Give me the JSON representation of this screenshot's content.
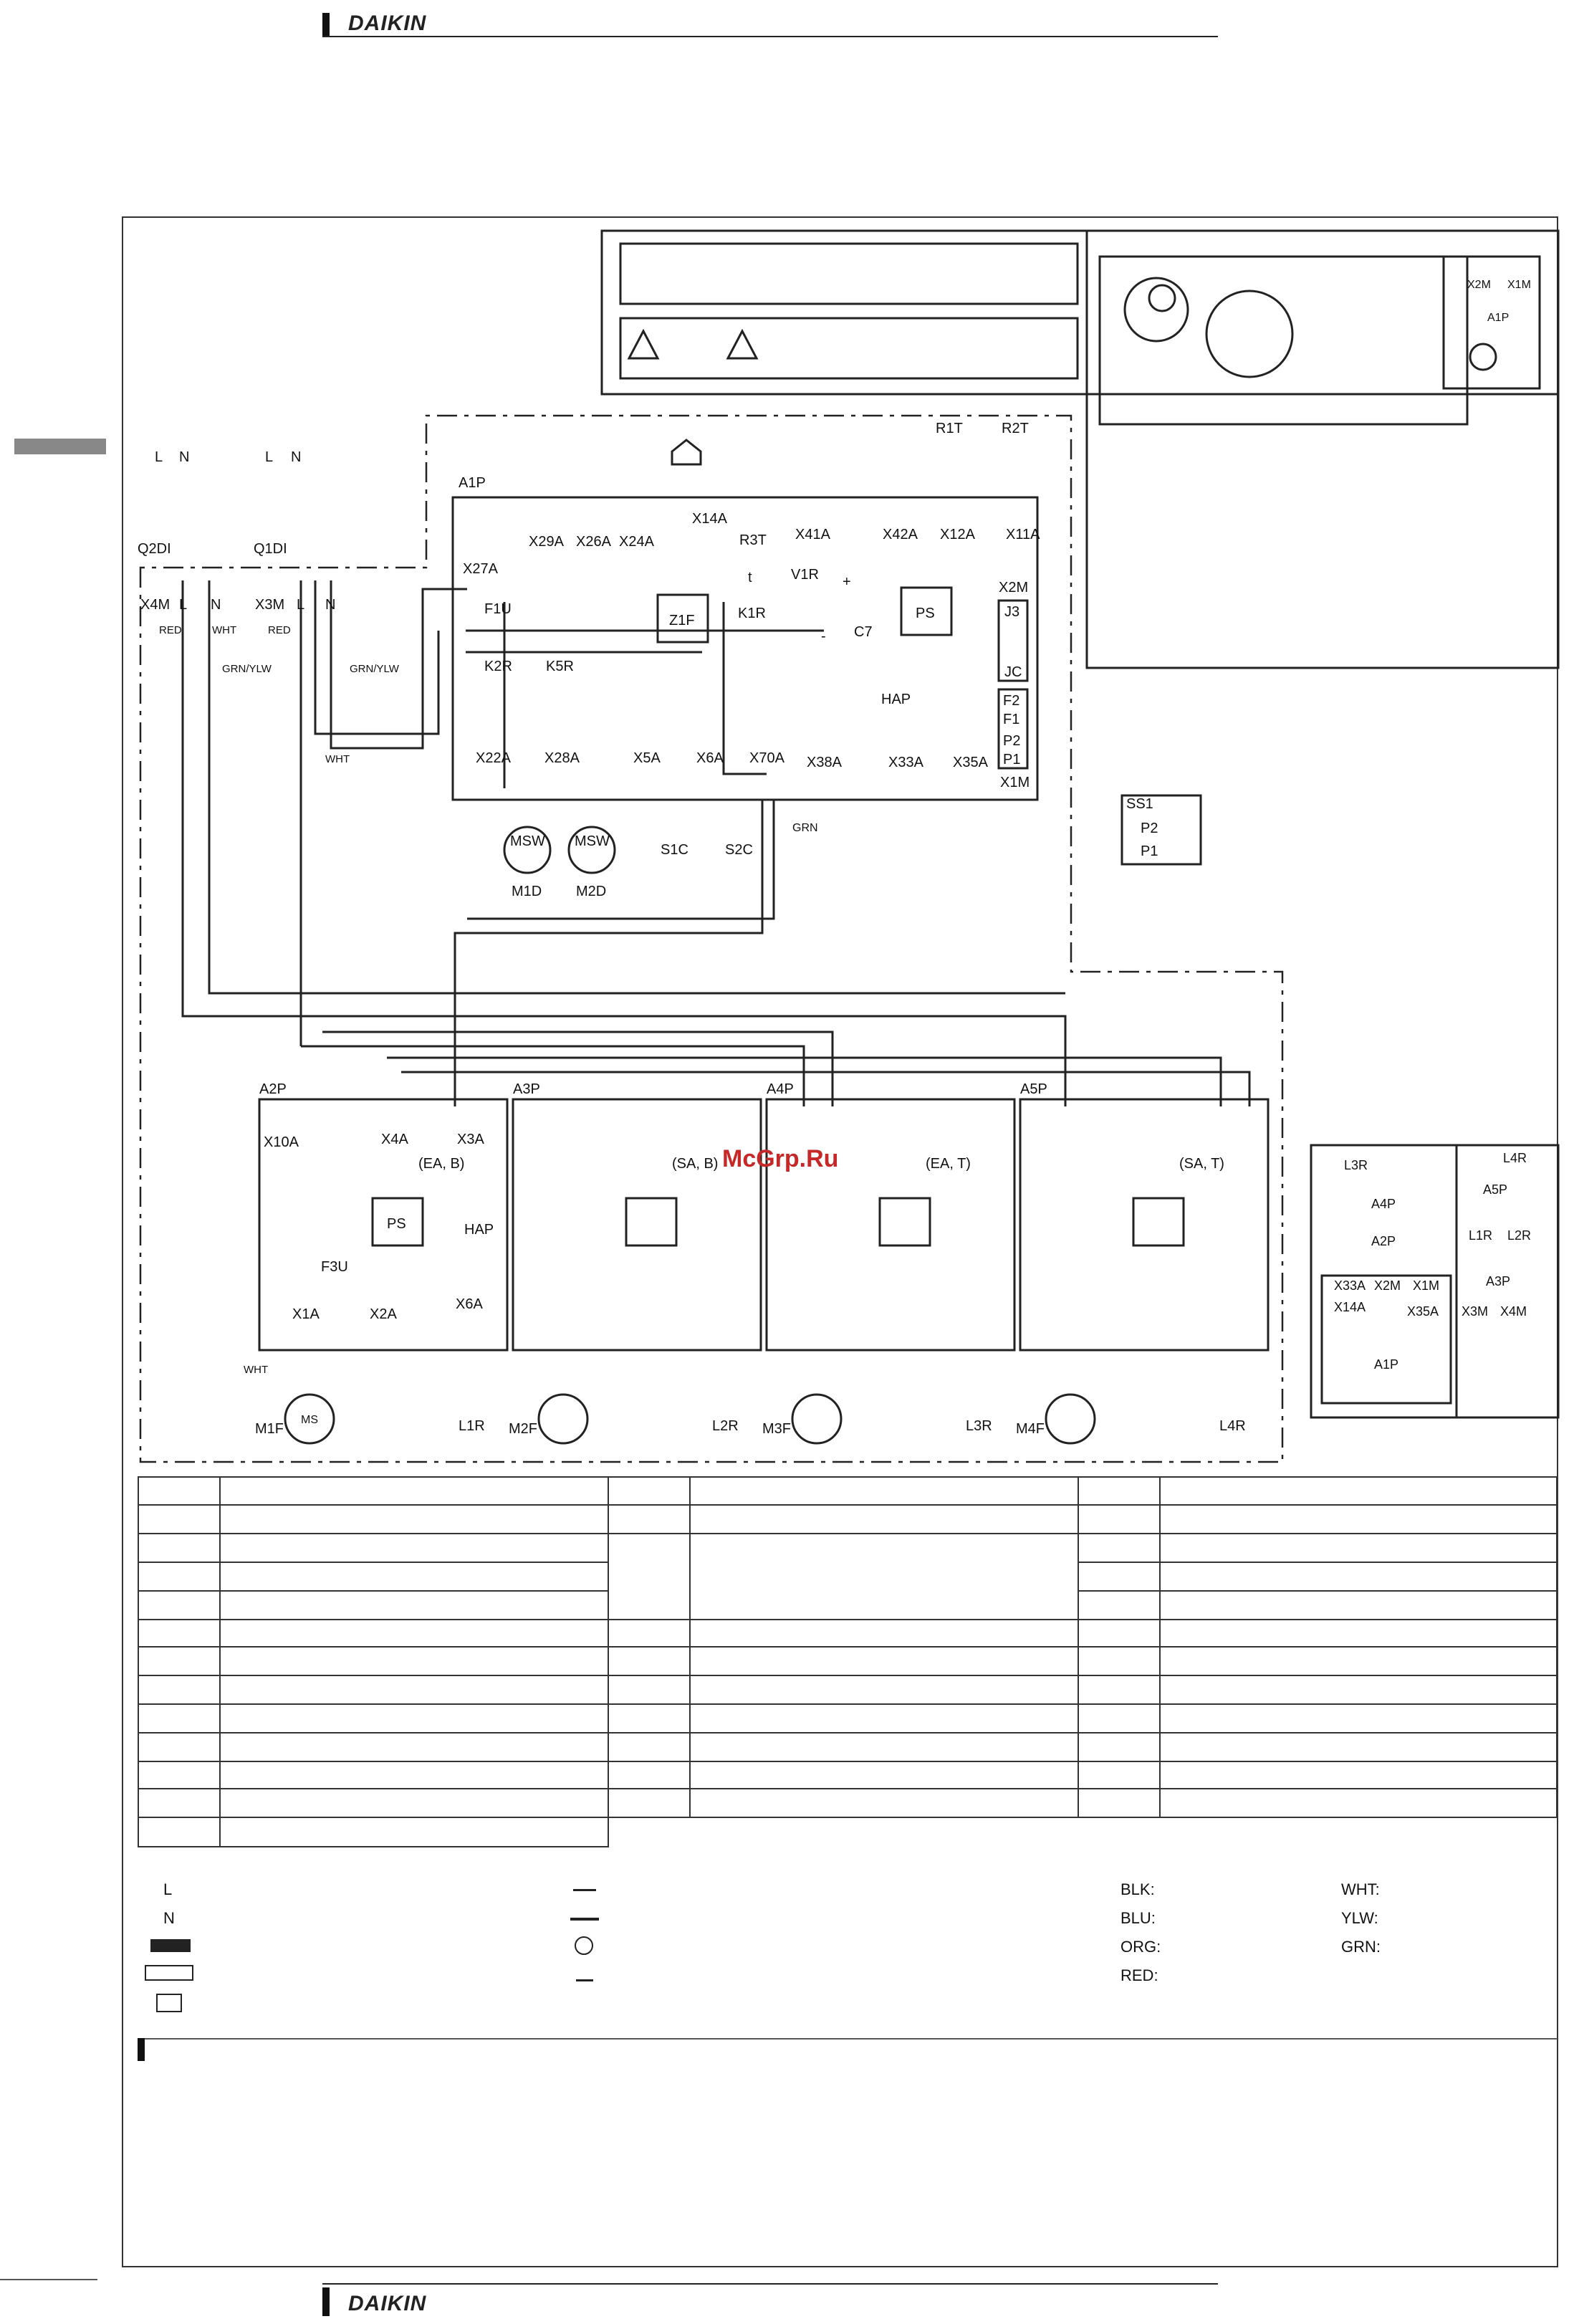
{
  "header": {
    "brand": "DAIKIN"
  },
  "footer": {
    "brand": "DAIKIN"
  },
  "watermark": "McGrp.Ru",
  "colors": {
    "line": "#222222",
    "watermark": "#c62828",
    "side_tab": "#888888"
  },
  "icons": {
    "warning": "warning-icon",
    "electric": "electric-hazard-icon",
    "house": "house-icon",
    "earth": "earth-icon"
  },
  "legend": {
    "L": "L",
    "N": "N",
    "colors_left": [
      "BLK:",
      "BLU:",
      "ORG:",
      "RED:"
    ],
    "colors_right": [
      "WHT:",
      "YLW:",
      "GRN:"
    ]
  },
  "main_pcb": {
    "label": "A1P",
    "connectors_top": [
      "X29A",
      "X26A",
      "X24A",
      "X14A",
      "X41A",
      "X42A",
      "X12A",
      "X11A"
    ],
    "connectors_bottom": [
      "X22A",
      "X28A",
      "X5A",
      "X6A",
      "X70A",
      "X38A",
      "X33A",
      "X35A",
      "X1M"
    ],
    "parts": [
      "X27A",
      "F1U",
      "Z1F",
      "R3T",
      "t",
      "K1R",
      "V1R",
      "+",
      "-",
      "C7",
      "PS",
      "HAP",
      "K2R",
      "K5R",
      "X2M",
      "J3",
      "JC",
      "F2",
      "F1",
      "P2",
      "P1",
      "GRN"
    ],
    "sensors": [
      "R1T",
      "R2T"
    ],
    "motors": [
      "MSW",
      "MSW",
      "M1D",
      "M2D",
      "S1C",
      "S2C"
    ],
    "supply": [
      "L",
      "N",
      "L",
      "N",
      "Q2DI",
      "Q1DI",
      "X4M",
      "X3M",
      "L",
      "N",
      "L",
      "N",
      "RED",
      "WHT",
      "RED",
      "GRN/YLW",
      "GRN/YLW",
      "WHT"
    ],
    "remote": [
      "SS1",
      "P2",
      "P1"
    ]
  },
  "fan_boards": [
    {
      "id": "A2P",
      "mode": "(EA, B)",
      "motor": "M1F",
      "coil": "L1R"
    },
    {
      "id": "A3P",
      "mode": "(SA, B)",
      "motor": "M2F",
      "coil": "L2R"
    },
    {
      "id": "A4P",
      "mode": "(EA, T)",
      "motor": "M3F",
      "coil": "L3R"
    },
    {
      "id": "A5P",
      "mode": "(SA, T)",
      "motor": "M4F",
      "coil": "L4R"
    }
  ],
  "fan_board_labels": {
    "x10a": "X10A",
    "x4a": "X4A",
    "x3a": "X3A",
    "ps": "PS",
    "hap": "HAP",
    "f3u": "F3U",
    "x1a": "X1A",
    "x2a": "X2A",
    "x6a": "X6A",
    "wht": "WHT",
    "ms": "MS"
  },
  "layout_box": {
    "left_labels": [
      "L3R",
      "A4P",
      "A2P",
      "X33A",
      "X2M",
      "X1M",
      "X14A",
      "X35A",
      "A1P"
    ],
    "right_labels": [
      "L4R",
      "A5P",
      "L1R",
      "L2R",
      "A3P",
      "X3M",
      "X4M"
    ]
  },
  "detail_box": {
    "labels": [
      "X2M",
      "X1M",
      "A1P"
    ]
  }
}
